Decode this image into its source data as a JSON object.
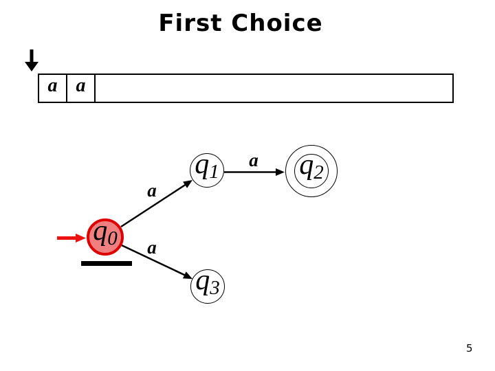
{
  "slide": {
    "title": "First Choice",
    "page_number": "5"
  },
  "tape": {
    "cells": [
      "a",
      "a"
    ],
    "head_icon": "down-arrow"
  },
  "automaton": {
    "states": [
      {
        "id": "q0",
        "symbol": "q",
        "sub": "0",
        "kind": "start",
        "current": true
      },
      {
        "id": "q1",
        "symbol": "q",
        "sub": "1",
        "kind": "normal",
        "current": false
      },
      {
        "id": "q2",
        "symbol": "q",
        "sub": "2",
        "kind": "accepting",
        "current": false
      },
      {
        "id": "q3",
        "symbol": "q",
        "sub": "3",
        "kind": "normal",
        "current": false
      }
    ],
    "transitions": [
      {
        "from": "q0",
        "to": "q1",
        "label": "a"
      },
      {
        "from": "q1",
        "to": "q2",
        "label": "a"
      },
      {
        "from": "q0",
        "to": "q3",
        "label": "a"
      }
    ]
  },
  "colors": {
    "background": "#ffffff",
    "ink": "#000000",
    "start_arrow": "#ee1111",
    "highlight_border": "#dd0000",
    "highlight_fill": "#f08080"
  }
}
